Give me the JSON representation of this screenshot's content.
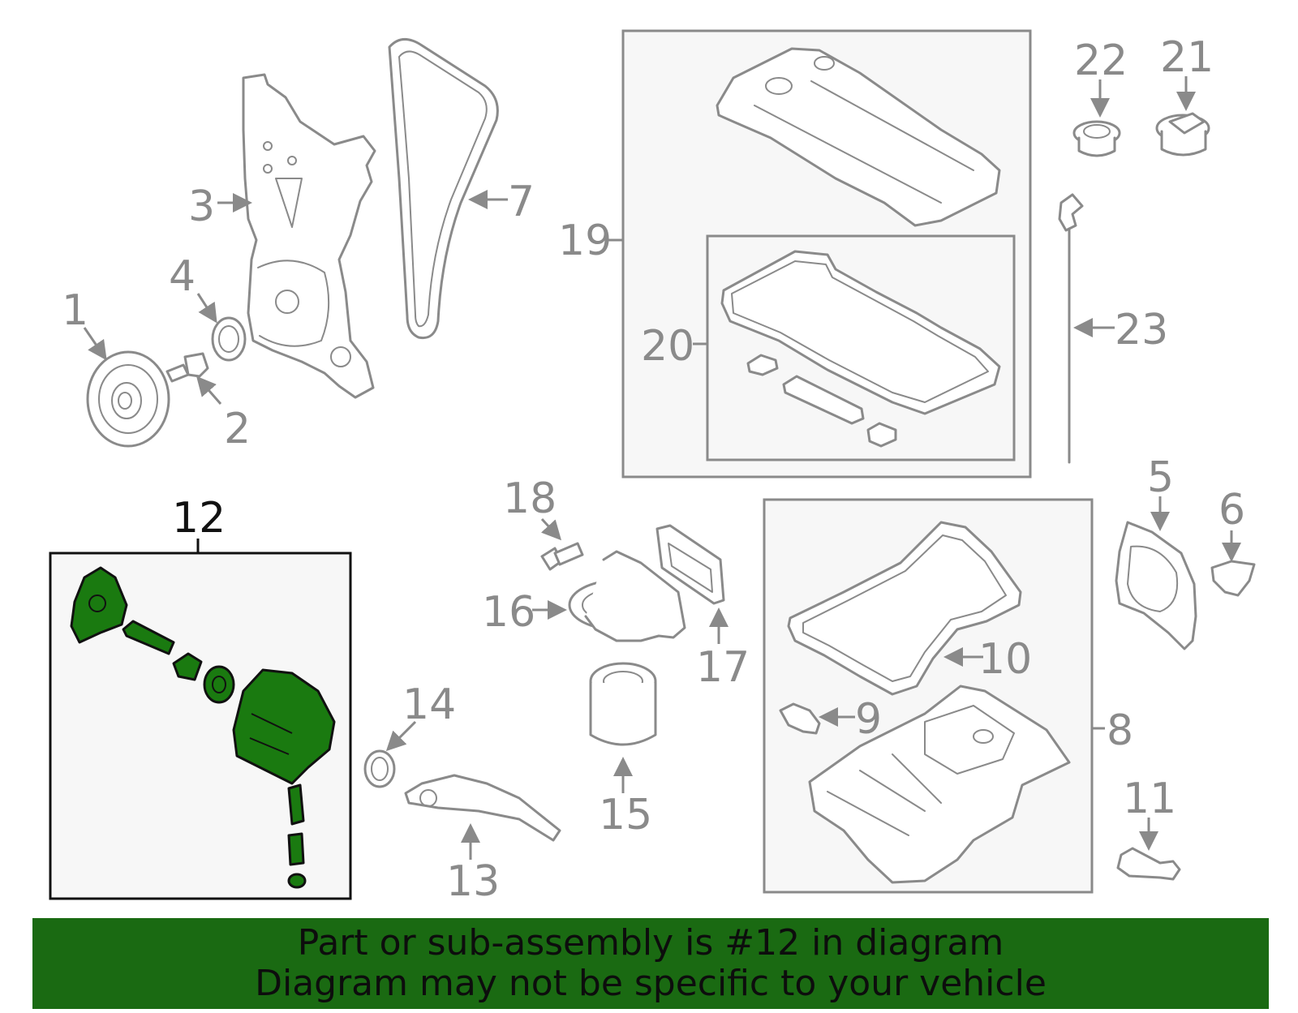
{
  "callouts": {
    "n1": "1",
    "n2": "2",
    "n3": "3",
    "n4": "4",
    "n5": "5",
    "n6": "6",
    "n7": "7",
    "n8": "8",
    "n9": "9",
    "n10": "10",
    "n11": "11",
    "n12": "12",
    "n13": "13",
    "n14": "14",
    "n15": "15",
    "n16": "16",
    "n17": "17",
    "n18": "18",
    "n19": "19",
    "n20": "20",
    "n21": "21",
    "n22": "22",
    "n23": "23"
  },
  "highlighted_part": "12",
  "colors": {
    "highlight_fill": "#1a7a10",
    "banner_background": "#1a6a12",
    "line_grey": "#8a8a8a"
  },
  "banner": {
    "line1": "Part or sub-assembly is #12 in diagram",
    "line2": "Diagram may not be specific to your vehicle"
  }
}
